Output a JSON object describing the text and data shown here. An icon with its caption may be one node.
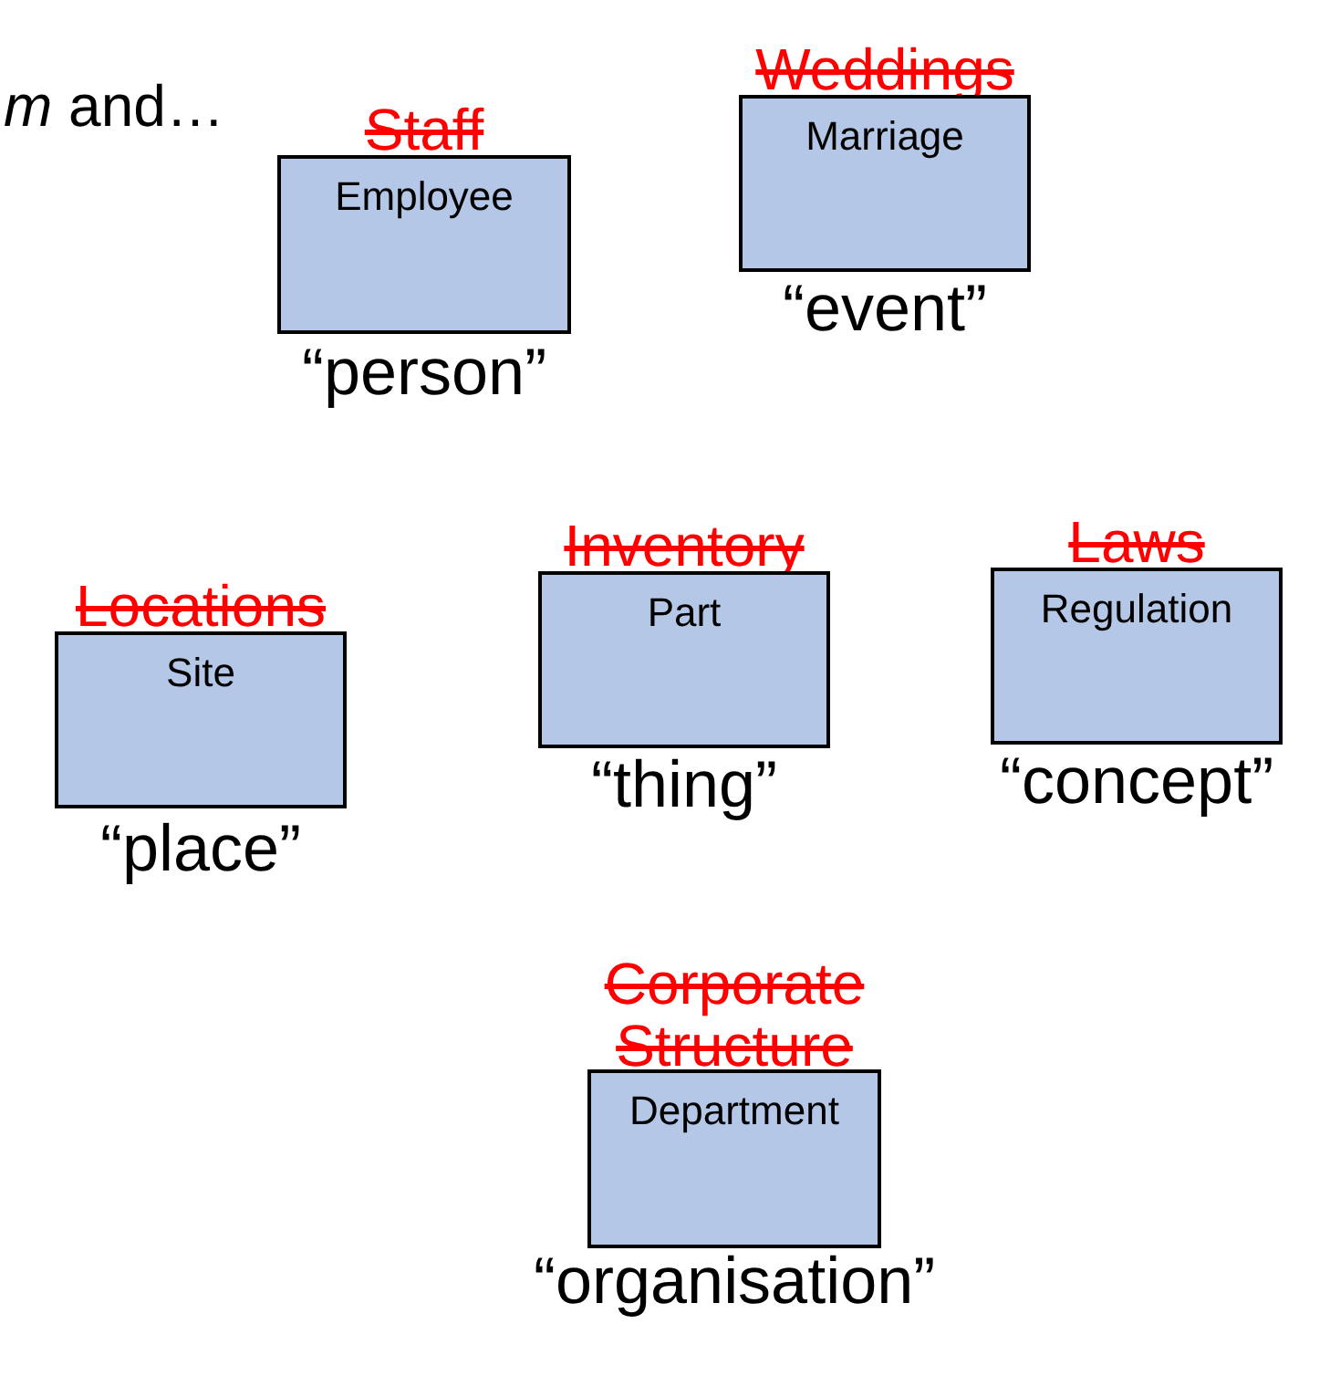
{
  "diagram": {
    "nodes": [
      {
        "text": [
          "Staff",
          "Employee"
        ],
        "beside": [
          "“person”"
        ]
      },
      {
        "text": [
          "Weddings",
          "Marriage"
        ],
        "beside": [
          "“event”"
        ]
      },
      {
        "text": [
          "Locations",
          "Site"
        ],
        "beside": [
          "“place”"
        ]
      },
      {
        "text": [
          "Inventory",
          "Part"
        ],
        "beside": [
          "“thing”"
        ]
      },
      {
        "text": [
          "Laws",
          "Regulation"
        ],
        "beside": [
          "“concept”"
        ]
      },
      {
        "text": [
          "Corporate Structure",
          "Department"
        ],
        "beside": [
          "“organisation”"
        ]
      }
    ],
    "labels": [
      "*m* and…"
    ]
  }
}
